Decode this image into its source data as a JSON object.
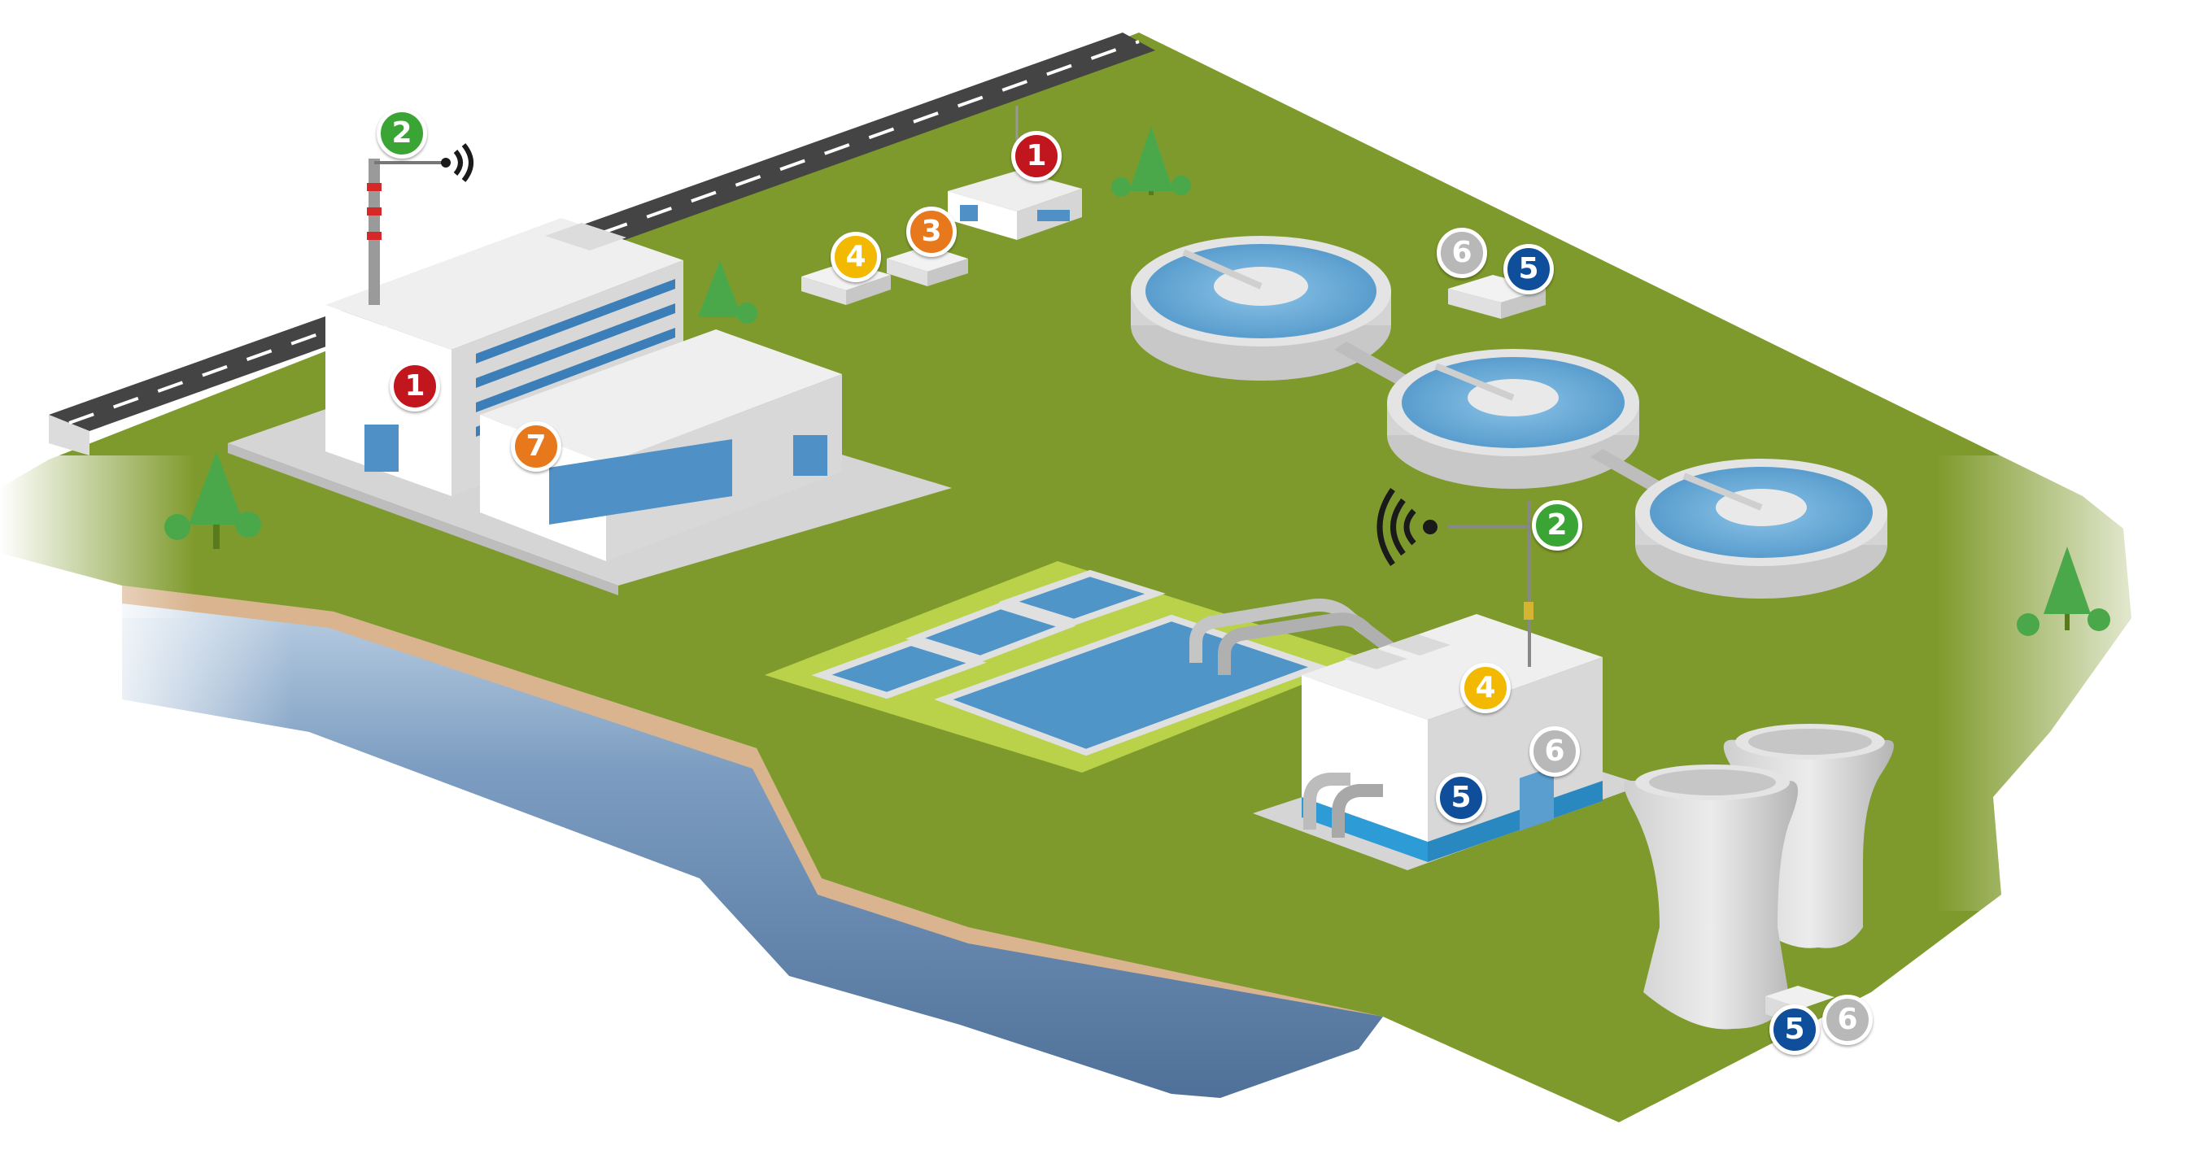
{
  "colors": {
    "red": "#c2161e",
    "green": "#3aa435",
    "orange": "#e8781c",
    "yellow": "#f3b800",
    "blue": "#0f4e9a",
    "grey": "#b8b8b8",
    "grass": "#7f9a2c",
    "water": "#5d7ea6",
    "road": "#4a4a4a",
    "building": "#e6e6e6",
    "pool": "#5a9ecf"
  },
  "badges": [
    {
      "id": "badge-1-office",
      "label": "1",
      "color": "red",
      "icon": "red-circle-badge"
    },
    {
      "id": "badge-1-small-building",
      "label": "1",
      "color": "red",
      "icon": "red-circle-badge"
    },
    {
      "id": "badge-2-office-antenna",
      "label": "2",
      "color": "green",
      "icon": "green-circle-badge"
    },
    {
      "id": "badge-2-pump-antenna",
      "label": "2",
      "color": "green",
      "icon": "green-circle-badge"
    },
    {
      "id": "badge-3-small-unit",
      "label": "3",
      "color": "orange",
      "icon": "orange-circle-badge"
    },
    {
      "id": "badge-4-small-unit",
      "label": "4",
      "color": "yellow",
      "icon": "yellow-circle-badge"
    },
    {
      "id": "badge-4-pump-house",
      "label": "4",
      "color": "yellow",
      "icon": "yellow-circle-badge"
    },
    {
      "id": "badge-5-clarifier-unit",
      "label": "5",
      "color": "blue",
      "icon": "blue-circle-badge"
    },
    {
      "id": "badge-5-pump-house",
      "label": "5",
      "color": "blue",
      "icon": "blue-circle-badge"
    },
    {
      "id": "badge-5-cooling-tower",
      "label": "5",
      "color": "blue",
      "icon": "blue-circle-badge"
    },
    {
      "id": "badge-6-clarifier-unit",
      "label": "6",
      "color": "grey",
      "icon": "grey-circle-badge"
    },
    {
      "id": "badge-6-pump-house",
      "label": "6",
      "color": "grey",
      "icon": "grey-circle-badge"
    },
    {
      "id": "badge-6-cooling-tower",
      "label": "6",
      "color": "grey",
      "icon": "grey-circle-badge"
    },
    {
      "id": "badge-7-hall",
      "label": "7",
      "color": "orange",
      "icon": "orange-circle-badge"
    }
  ],
  "icons": {
    "signal": "wireless-signal-icon",
    "tree": "tree-icon",
    "clarifier": "circular-clarifier-tank",
    "cooling_tower": "cooling-tower",
    "antenna": "yagi-antenna"
  }
}
